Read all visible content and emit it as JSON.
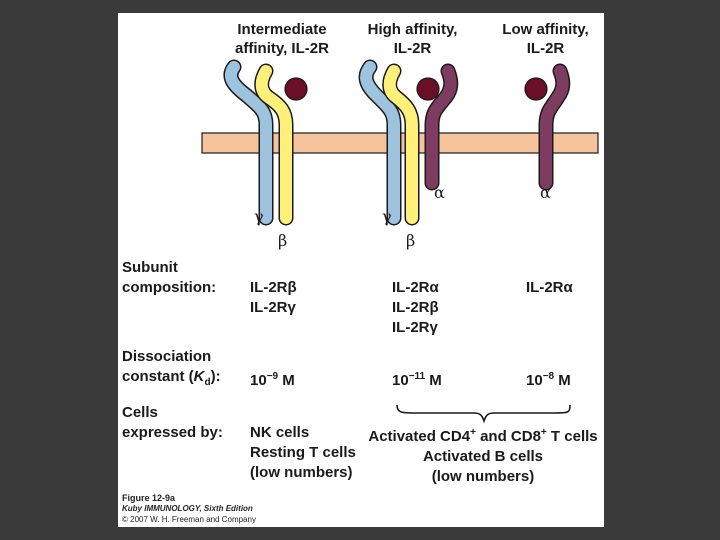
{
  "columns": [
    {
      "header_line1": "Intermediate",
      "header_line2": "affinity, IL-2R",
      "gamma": "γ",
      "beta": "β",
      "subunits": [
        "IL-2Rβ",
        "IL-2Rγ"
      ],
      "kd_base": "10",
      "kd_exp": "−9",
      "kd_unit": " M",
      "cells": [
        "NK cells",
        "Resting T cells",
        "(low numbers)"
      ]
    },
    {
      "header_line1": "High affinity,",
      "header_line2": "IL-2R",
      "gamma": "γ",
      "beta": "β",
      "alpha": "α",
      "subunits": [
        "IL-2Rα",
        "IL-2Rβ",
        "IL-2Rγ"
      ],
      "kd_base": "10",
      "kd_exp": "−11",
      "kd_unit": " M"
    },
    {
      "header_line1": "Low affinity,",
      "header_line2": "IL-2R",
      "alpha": "α",
      "subunits": [
        "IL-2Rα"
      ],
      "kd_base": "10",
      "kd_exp": "−8",
      "kd_unit": " M"
    }
  ],
  "activated_cells": {
    "line1_a": "Activated CD4",
    "line1_sup1": "+",
    "line1_b": " and CD8",
    "line1_sup2": "+",
    "line1_c": " T cells",
    "line2": "Activated B cells",
    "line3": "(low numbers)"
  },
  "row_labels": {
    "subunit_1": "Subunit",
    "subunit_2": "composition:",
    "dissoc_1": "Dissociation",
    "dissoc_2a": "constant (",
    "dissoc_k": "K",
    "dissoc_sub": "d",
    "dissoc_2b": "):",
    "cells_1": "Cells",
    "cells_2": "expressed by:"
  },
  "caption": {
    "figure": "Figure 12-9a",
    "book": "Kuby IMMUNOLOGY, Sixth Edition",
    "copyright": "© 2007 W. H. Freeman and Company"
  },
  "colors": {
    "gamma_chain": "#9ec3df",
    "beta_chain": "#fff07a",
    "alpha_chain": "#7d3c60",
    "ligand": "#6a0f27",
    "membrane": "#f6c49c",
    "outline": "#1a1a1a"
  }
}
